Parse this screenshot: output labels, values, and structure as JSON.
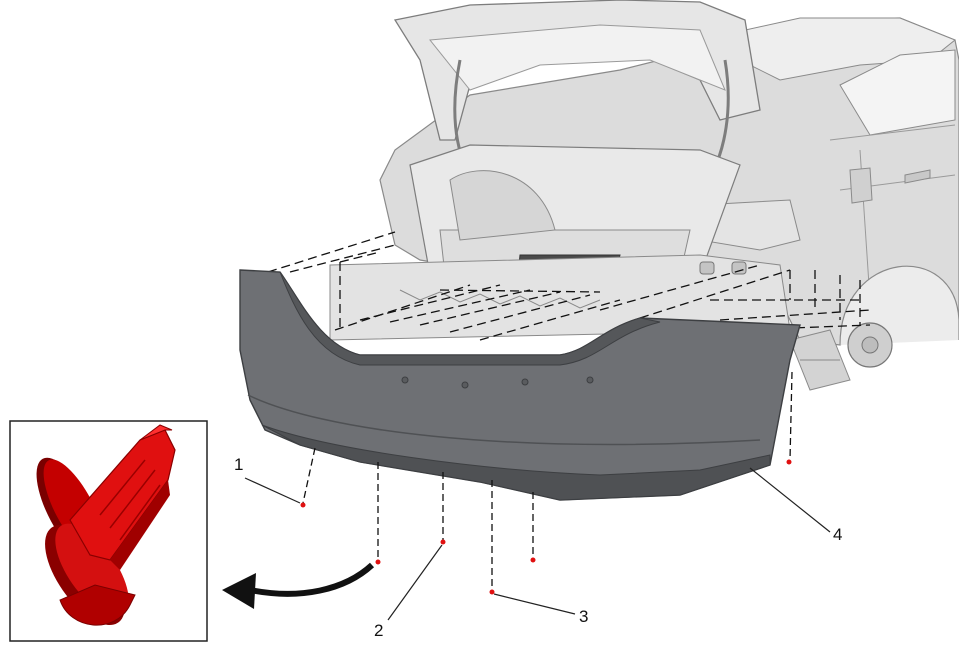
{
  "diagram": {
    "callouts": [
      {
        "id": "1",
        "label": "1"
      },
      {
        "id": "2",
        "label": "2"
      },
      {
        "id": "3",
        "label": "3"
      },
      {
        "id": "4",
        "label": "4"
      }
    ],
    "colors": {
      "bumper": "#6e7074",
      "bumper_dark": "#4f5154",
      "car_body": "#d9d9d9",
      "car_line": "#8a8a8a",
      "fastener": "#e01010",
      "fastener_dark": "#8a0000",
      "leader": "#222222"
    },
    "icons": [
      "push-pin-retainer-icon",
      "curved-arrow-icon"
    ]
  }
}
